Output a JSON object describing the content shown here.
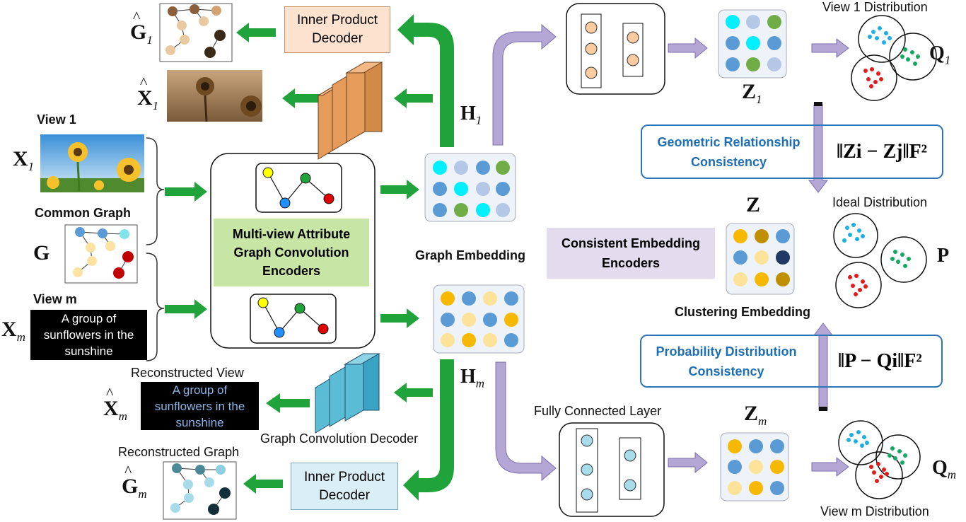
{
  "labels": {
    "view1": "View 1",
    "common_graph": "Common Graph",
    "view_m": "View m",
    "view_m_text": "A group of sunflowers in the sunshine",
    "view_m_text_line1": "A group of",
    "view_m_text_line2": "sunflowers in the",
    "view_m_text_line3": "sunshine",
    "encoder_line1": "Multi-view Attribute",
    "encoder_line2": "Graph Convolution",
    "encoder_line3": "Encoders",
    "graph_embedding": "Graph Embedding",
    "inner_product_decoder_top_line1": "Inner Product",
    "inner_product_decoder_top_line2": "Decoder",
    "inner_product_decoder_bottom_line1": "Inner Product",
    "inner_product_decoder_bottom_line2": "Decoder",
    "reconstructed_view": "Reconstructed View",
    "reconstructed_graph": "Reconstructed Graph",
    "graph_conv_decoder": "Graph Convolution Decoder",
    "fully_connected_layer": "Fully Connected Layer",
    "view1_distribution": "View 1 Distribution",
    "viewm_distribution": "View m Distribution",
    "ideal_distribution": "Ideal Distribution",
    "geo_line1": "Geometric Relationship",
    "geo_line2": "Consistency",
    "prob_line1": "Probability Distribution",
    "prob_line2": "Consistency",
    "consistent_line1": "Consistent Embedding",
    "consistent_line2": "Encoders",
    "clustering_embedding": "Clustering Embedding"
  },
  "symbols": {
    "X1": "X",
    "X1_sub": "1",
    "G": "G",
    "Xm": "X",
    "Xm_sub": "m",
    "G1hat": "G",
    "G1hat_sub": "1",
    "X1hat": "X",
    "X1hat_sub": "1",
    "Xmhat": "X",
    "Xmhat_sub": "m",
    "Gmhat": "G",
    "Gmhat_sub": "m",
    "H1": "H",
    "H1_sub": "1",
    "Hm": "H",
    "Hm_sub": "m",
    "Z1": "Z",
    "Z1_sub": "1",
    "Zm": "Z",
    "Zm_sub": "m",
    "Z": "Z",
    "Q1": "Q",
    "Q1_sub": "1",
    "Qm": "Q",
    "Qm_sub": "m",
    "P": "P",
    "geo_formula": "‖Zi − Zj‖F²",
    "prob_formula": "‖P − Qi‖F²"
  },
  "colors": {
    "green_arrow": "#1fa33a",
    "purple_arrow": "#b4a7d6",
    "encoder_fill": "#c7e6a6",
    "decoder_top_fill": "#fde3cf",
    "decoder_bottom_fill": "#d9eef5",
    "consistent_fill": "#e3dcee",
    "box_border": "#2e75b6"
  }
}
